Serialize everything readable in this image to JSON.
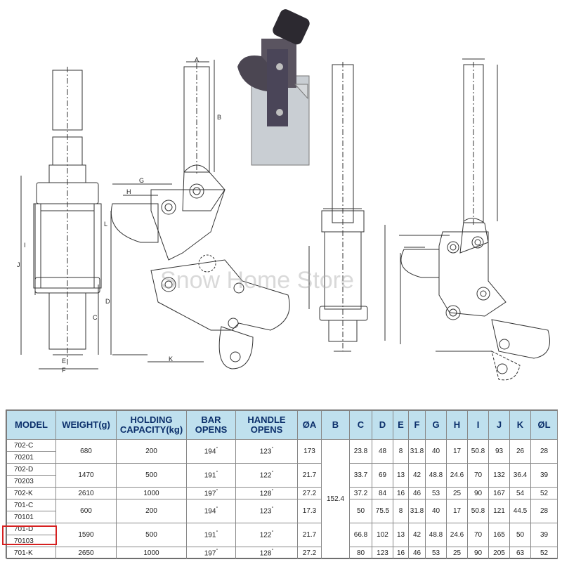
{
  "watermark": "Snow Home Store",
  "drawing_labels": {
    "A": "A",
    "B": "B",
    "C": "C",
    "D": "D",
    "E": "E",
    "F": "F",
    "G": "G",
    "H": "H",
    "I": "I",
    "J": "J",
    "K": "K",
    "L": "L"
  },
  "table": {
    "headers": {
      "model": "MODEL",
      "weight": "WEIGHT(g)",
      "holding_1": "HOLDING",
      "holding_2": "CAPACITY(kg)",
      "bar_1": "BAR",
      "bar_2": "OPENS",
      "handle_1": "HANDLE",
      "handle_2": "OPENS",
      "a": "ØA",
      "b": "B",
      "c": "C",
      "d": "D",
      "e": "E",
      "f": "F",
      "g": "G",
      "h": "H",
      "i": "I",
      "j": "J",
      "k": "K",
      "l": "ØL"
    },
    "models": [
      "702-C",
      "70201",
      "702-D",
      "70203",
      "702-K",
      "701-C",
      "70101",
      "701-D",
      "70103",
      "701-K"
    ],
    "groups": [
      {
        "weight": "680",
        "holding": "200",
        "bar": "194",
        "handle": "123",
        "a": "173",
        "c": "23.8",
        "d": "48",
        "e": "8",
        "f": "31.8",
        "g": "40",
        "h": "17",
        "i": "50.8",
        "j": "93",
        "k": "26",
        "l": "28"
      },
      {
        "weight": "1470",
        "holding": "500",
        "bar": "191",
        "handle": "122",
        "a": "21.7",
        "c": "33.7",
        "d": "69",
        "e": "13",
        "f": "42",
        "g": "48.8",
        "h": "24.6",
        "i": "70",
        "j": "132",
        "k": "36.4",
        "l": "39"
      },
      {
        "weight": "2610",
        "holding": "1000",
        "bar": "197",
        "handle": "128",
        "a": "27.2",
        "c": "37.2",
        "d": "84",
        "e": "16",
        "f": "46",
        "g": "53",
        "h": "25",
        "i": "90",
        "j": "167",
        "k": "54",
        "l": "52"
      },
      {
        "weight": "600",
        "holding": "200",
        "bar": "194",
        "handle": "123",
        "a": "17.3",
        "c": "50",
        "d": "75.5",
        "e": "8",
        "f": "31.8",
        "g": "40",
        "h": "17",
        "i": "50.8",
        "j": "121",
        "k": "44.5",
        "l": "28"
      },
      {
        "weight": "1590",
        "holding": "500",
        "bar": "191",
        "handle": "122",
        "a": "21.7",
        "c": "66.8",
        "d": "102",
        "e": "13",
        "f": "42",
        "g": "48.8",
        "h": "24.6",
        "i": "70",
        "j": "165",
        "k": "50",
        "l": "39"
      },
      {
        "weight": "2650",
        "holding": "1000",
        "bar": "197",
        "handle": "128",
        "a": "27.2",
        "c": "80",
        "d": "123",
        "e": "16",
        "f": "46",
        "g": "53",
        "h": "25",
        "i": "90",
        "j": "205",
        "k": "63",
        "l": "52"
      }
    ],
    "b_shared": "152.4",
    "degree_mark": "°",
    "highlighted_model": "70103",
    "highlight_color": "#d62020",
    "header_bg": "#bfe0ee",
    "header_text_color": "#0b2f6b"
  }
}
